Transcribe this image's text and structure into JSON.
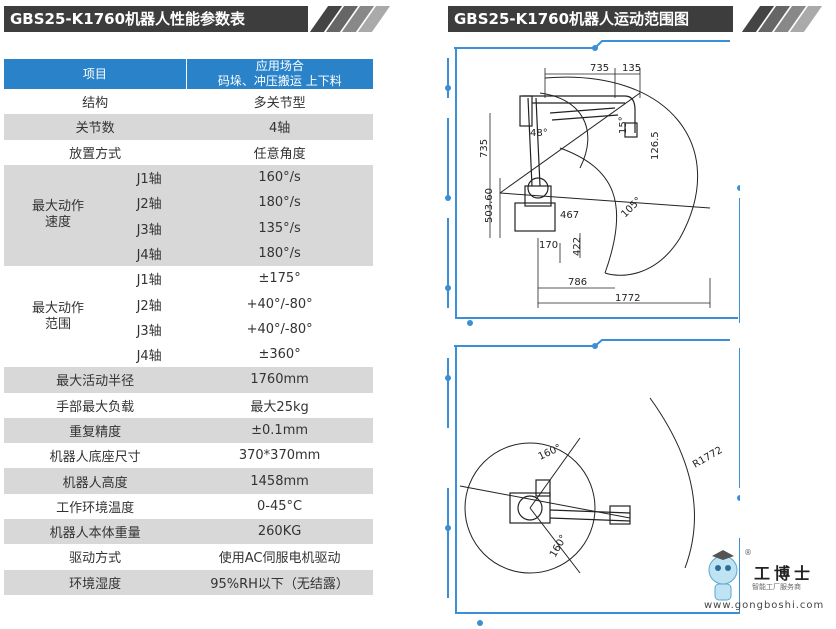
{
  "left": {
    "title": "GBS25-K1760机器人性能参数表",
    "header": {
      "col1": "项目",
      "col2_line1": "应用场合",
      "col2_line2": "码垛、冲压搬运 上下料"
    },
    "rows": [
      {
        "label": "结构",
        "value": "多关节型"
      },
      {
        "label": "关节数",
        "value": "4轴"
      },
      {
        "label": "放置方式",
        "value": "任意角度"
      }
    ],
    "speed": {
      "group": "最大动作\n速度",
      "group_line1": "最大动作",
      "group_line2": "速度",
      "axes": [
        {
          "axis": "J1轴",
          "value": "160°/s"
        },
        {
          "axis": "J2轴",
          "value": "180°/s"
        },
        {
          "axis": "J3轴",
          "value": "135°/s"
        },
        {
          "axis": "J4轴",
          "value": "180°/s"
        }
      ]
    },
    "range": {
      "group_line1": "最大动作",
      "group_line2": "范围",
      "axes": [
        {
          "axis": "J1轴",
          "value": "±175°"
        },
        {
          "axis": "J2轴",
          "value": "+40°/-80°"
        },
        {
          "axis": "J3轴",
          "value": "+40°/-80°"
        },
        {
          "axis": "J4轴",
          "value": "±360°"
        }
      ]
    },
    "rows2": [
      {
        "label": "最大活动半径",
        "value": "1760mm"
      },
      {
        "label": "手部最大负载",
        "value": "最大25kg"
      },
      {
        "label": "重复精度",
        "value": "±0.1mm"
      },
      {
        "label": "机器人底座尺寸",
        "value": "370*370mm"
      },
      {
        "label": "机器人高度",
        "value": "1458mm"
      },
      {
        "label": "工作环境温度",
        "value": "0-45°C"
      },
      {
        "label": "机器人本体重量",
        "value": "260KG"
      },
      {
        "label": "驱动方式",
        "value": "使用AC伺服电机驱动"
      },
      {
        "label": "环境湿度",
        "value": "95%RH以下（无结露）"
      }
    ]
  },
  "right": {
    "title": "GBS25-K1760机器人运动范围图",
    "side_dims": {
      "d735_top": "735",
      "d135": "135",
      "d735_left": "735",
      "d503": "503.60",
      "d126": "126.5",
      "d15": "15°",
      "d48": "48°",
      "d467": "467",
      "d105": "105°",
      "d170": "170",
      "d422": "422",
      "d786": "786",
      "d1772": "1772"
    },
    "top_dims": {
      "a160": "160°",
      "r1772": "R1772",
      "a160b": "160°"
    }
  },
  "logo": {
    "name": "工博士",
    "subtitle": "智能工厂服务商",
    "url": "www.gongboshi.com",
    "reg": "®"
  },
  "colors": {
    "header_bg": "#3d3d3d",
    "table_head": "#2a83c9",
    "row_gray": "#d8d8d8",
    "frame": "#3a8fd6"
  }
}
